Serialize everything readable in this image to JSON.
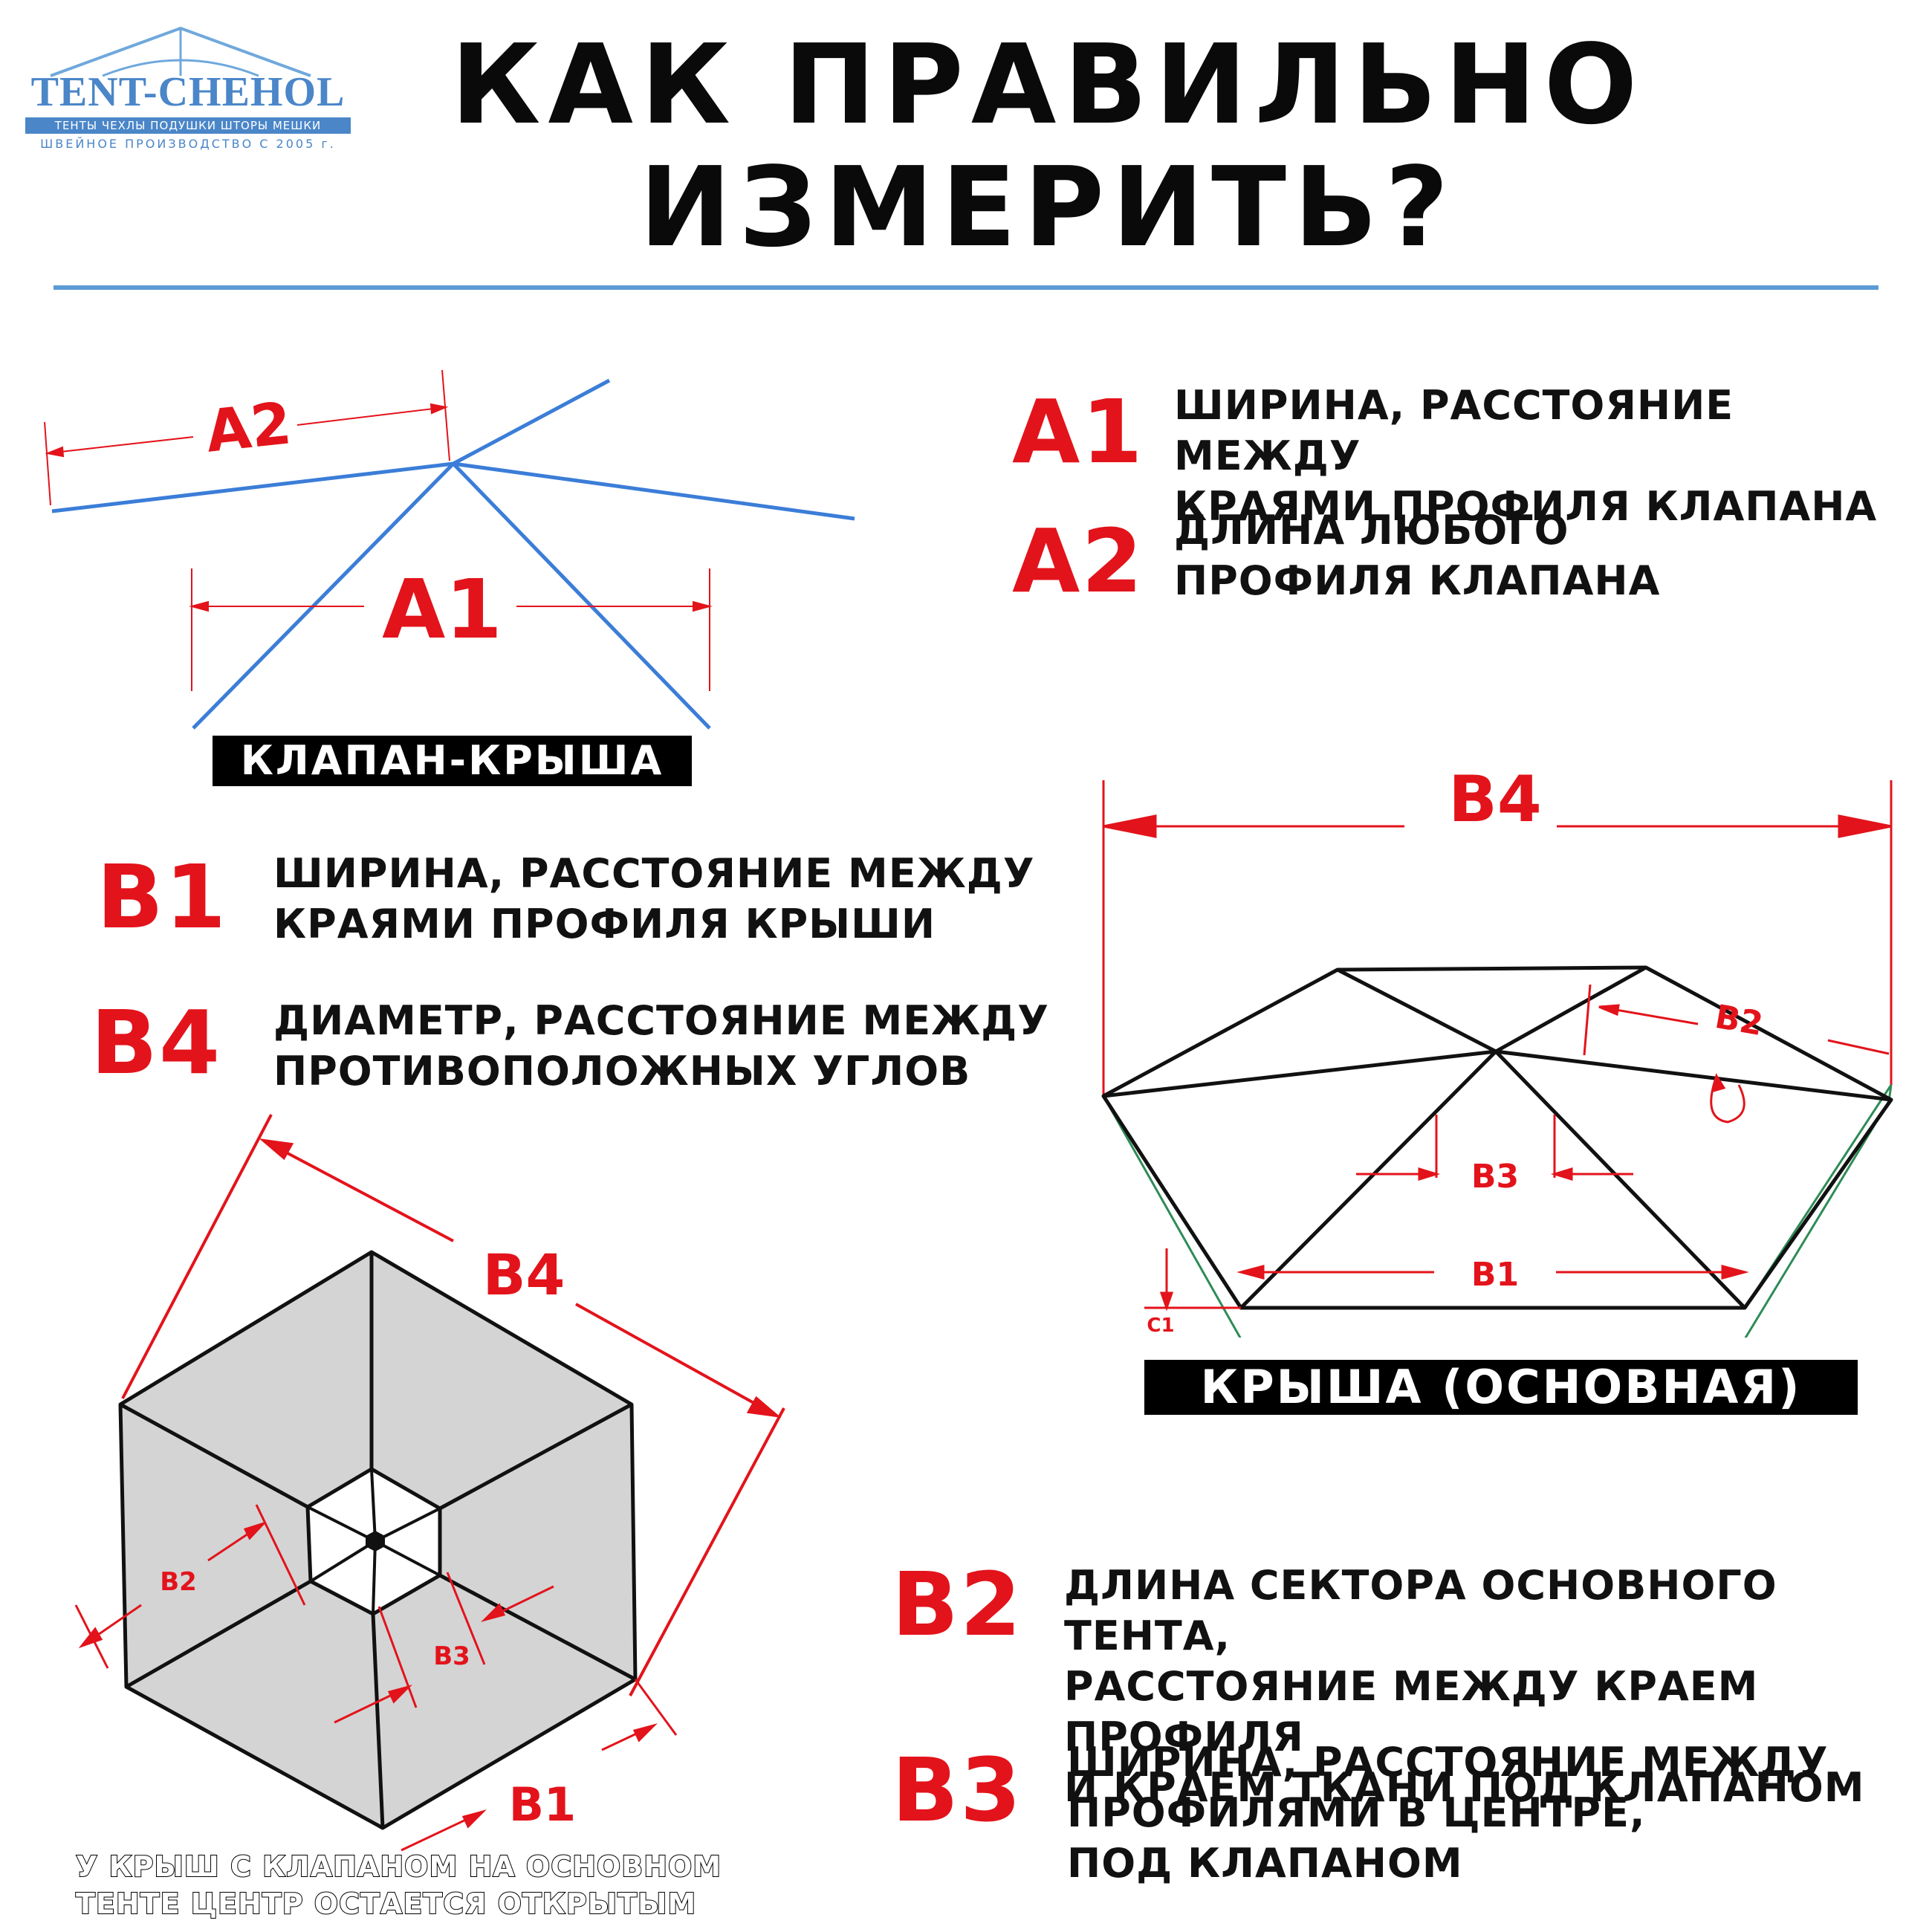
{
  "brand": {
    "name": "TENT-CHEHOL",
    "tagline": "ТЕНТЫ ЧЕХЛЫ ПОДУШКИ ШТОРЫ МЕШКИ",
    "subtitle": "ШВЕЙНОЕ ПРОИЗВОДСТВО С 2005 г."
  },
  "title": {
    "line1": "КАК ПРАВИЛЬНО",
    "line2": "ИЗМЕРИТЬ?"
  },
  "colors": {
    "accent": "#e3131b",
    "rule": "#5b9bd5",
    "profile": "#3b7dd8",
    "edge": "#2e8b57"
  },
  "valve_roof": {
    "banner": "КЛАПАН-КРЫША",
    "label_a1": "A1",
    "label_a2": "A2"
  },
  "legend_a": [
    {
      "code": "A1",
      "text": "ШИРИНА, РАССТОЯНИЕ МЕЖДУ\nКРАЯМИ ПРОФИЛЯ КЛАПАНА"
    },
    {
      "code": "A2",
      "text": "ДЛИНА ЛЮБОГО\nПРОФИЛЯ КЛАПАНА"
    }
  ],
  "legend_b_left": [
    {
      "code": "B1",
      "text": "ШИРИНА, РАССТОЯНИЕ МЕЖДУ\nКРАЯМИ ПРОФИЛЯ КРЫШИ"
    },
    {
      "code": "B4",
      "text": "ДИАМЕТР, РАССТОЯНИЕ МЕЖДУ\nПРОТИВОПОЛОЖНЫХ УГЛОВ"
    }
  ],
  "main_roof": {
    "banner": "КРЫША (ОСНОВНАЯ)",
    "label_b4": "B4",
    "label_b2": "B2",
    "label_b3": "B3",
    "label_b1": "B1",
    "label_c1": "C1"
  },
  "hex_plan": {
    "label_b4": "B4",
    "label_b2": "B2",
    "label_b3": "B3",
    "label_b1": "B1"
  },
  "legend_b_right": [
    {
      "code": "B2",
      "text": "ДЛИНА СЕКТОРА ОСНОВНОГО ТЕНТА,\nРАССТОЯНИЕ МЕЖДУ КРАЕМ ПРОФИЛЯ\nИ КРАЕМ ТКАНИ ПОД КЛАПАНОМ"
    },
    {
      "code": "B3",
      "text": "ШИРИНА, РАССТОЯНИЕ МЕЖДУ\nПРОФИЛЯМИ В ЦЕНТРЕ,\nПОД КЛАПАНОМ"
    }
  ],
  "footnote": "У КРЫШ С КЛАПАНОМ НА ОСНОВНОМ\nТЕНТЕ ЦЕНТР ОСТАЕТСЯ ОТКРЫТЫМ"
}
